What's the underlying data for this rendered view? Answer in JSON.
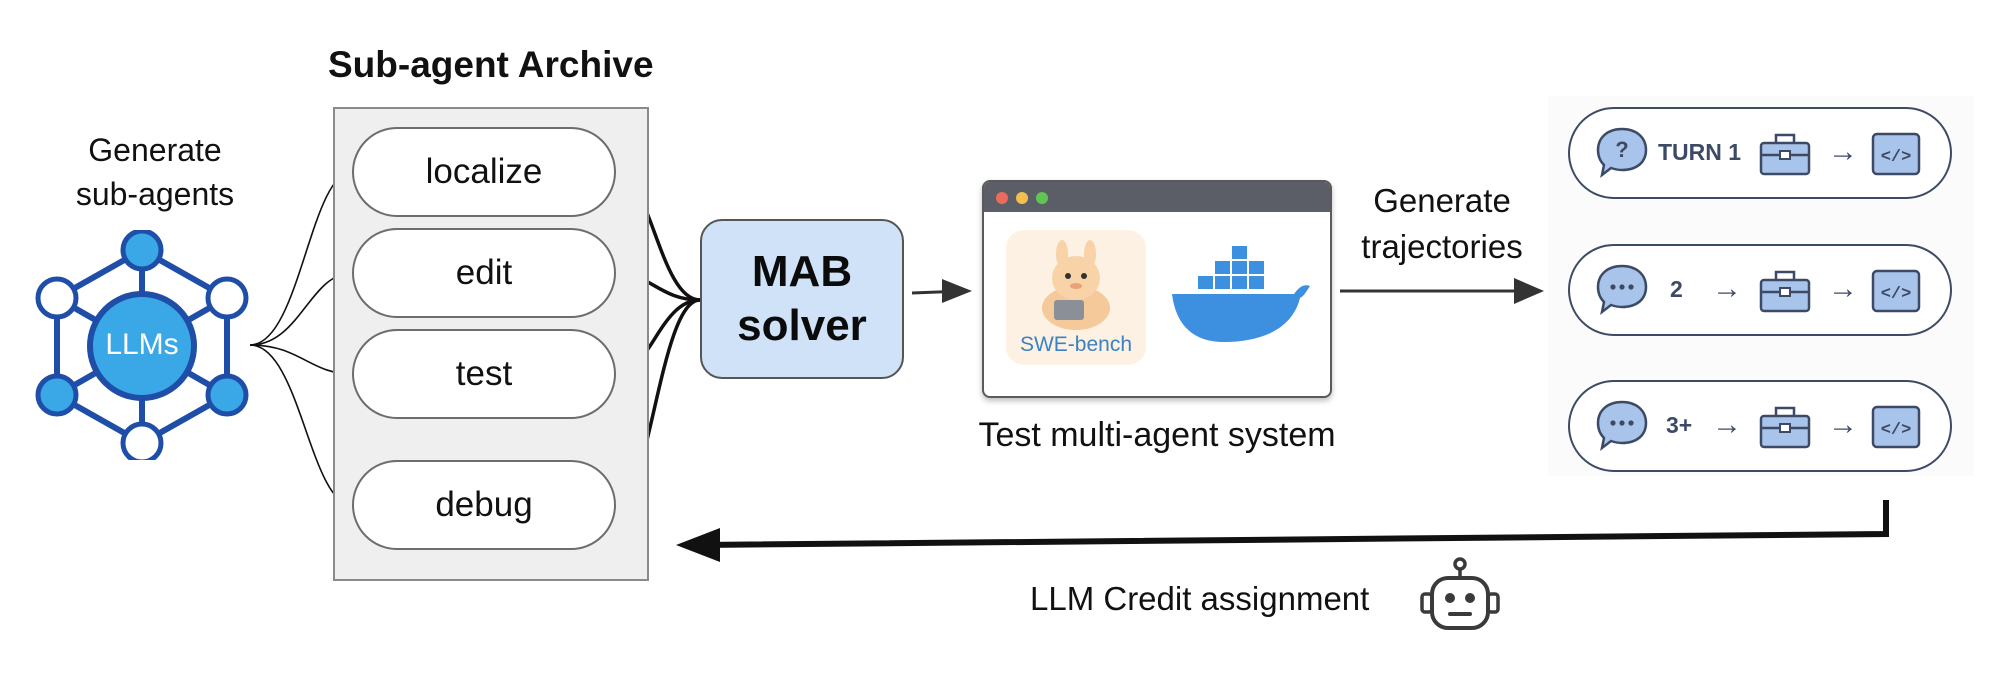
{
  "generator": {
    "line1": "Generate",
    "line2": "sub-agents",
    "hub_label": "LLMs"
  },
  "archive": {
    "title": "Sub-agent Archive",
    "items": [
      "localize",
      "edit",
      "test",
      "debug"
    ]
  },
  "solver": {
    "line1": "MAB",
    "line2": "solver"
  },
  "test_system": {
    "caption": "Test multi-agent system",
    "benchmark_label": "SWE-bench"
  },
  "trajectories": {
    "line1": "Generate",
    "line2": "trajectories",
    "turns": [
      "TURN 1",
      "2",
      "3+"
    ]
  },
  "feedback": {
    "label": "LLM Credit assignment"
  },
  "colors": {
    "llm_blue": "#3aa7e6",
    "node_dark": "#1e4ea8",
    "solver_fill": "#cfe2f7",
    "turn_outline": "#3c4a66",
    "docker_blue": "#3d8fe0"
  }
}
